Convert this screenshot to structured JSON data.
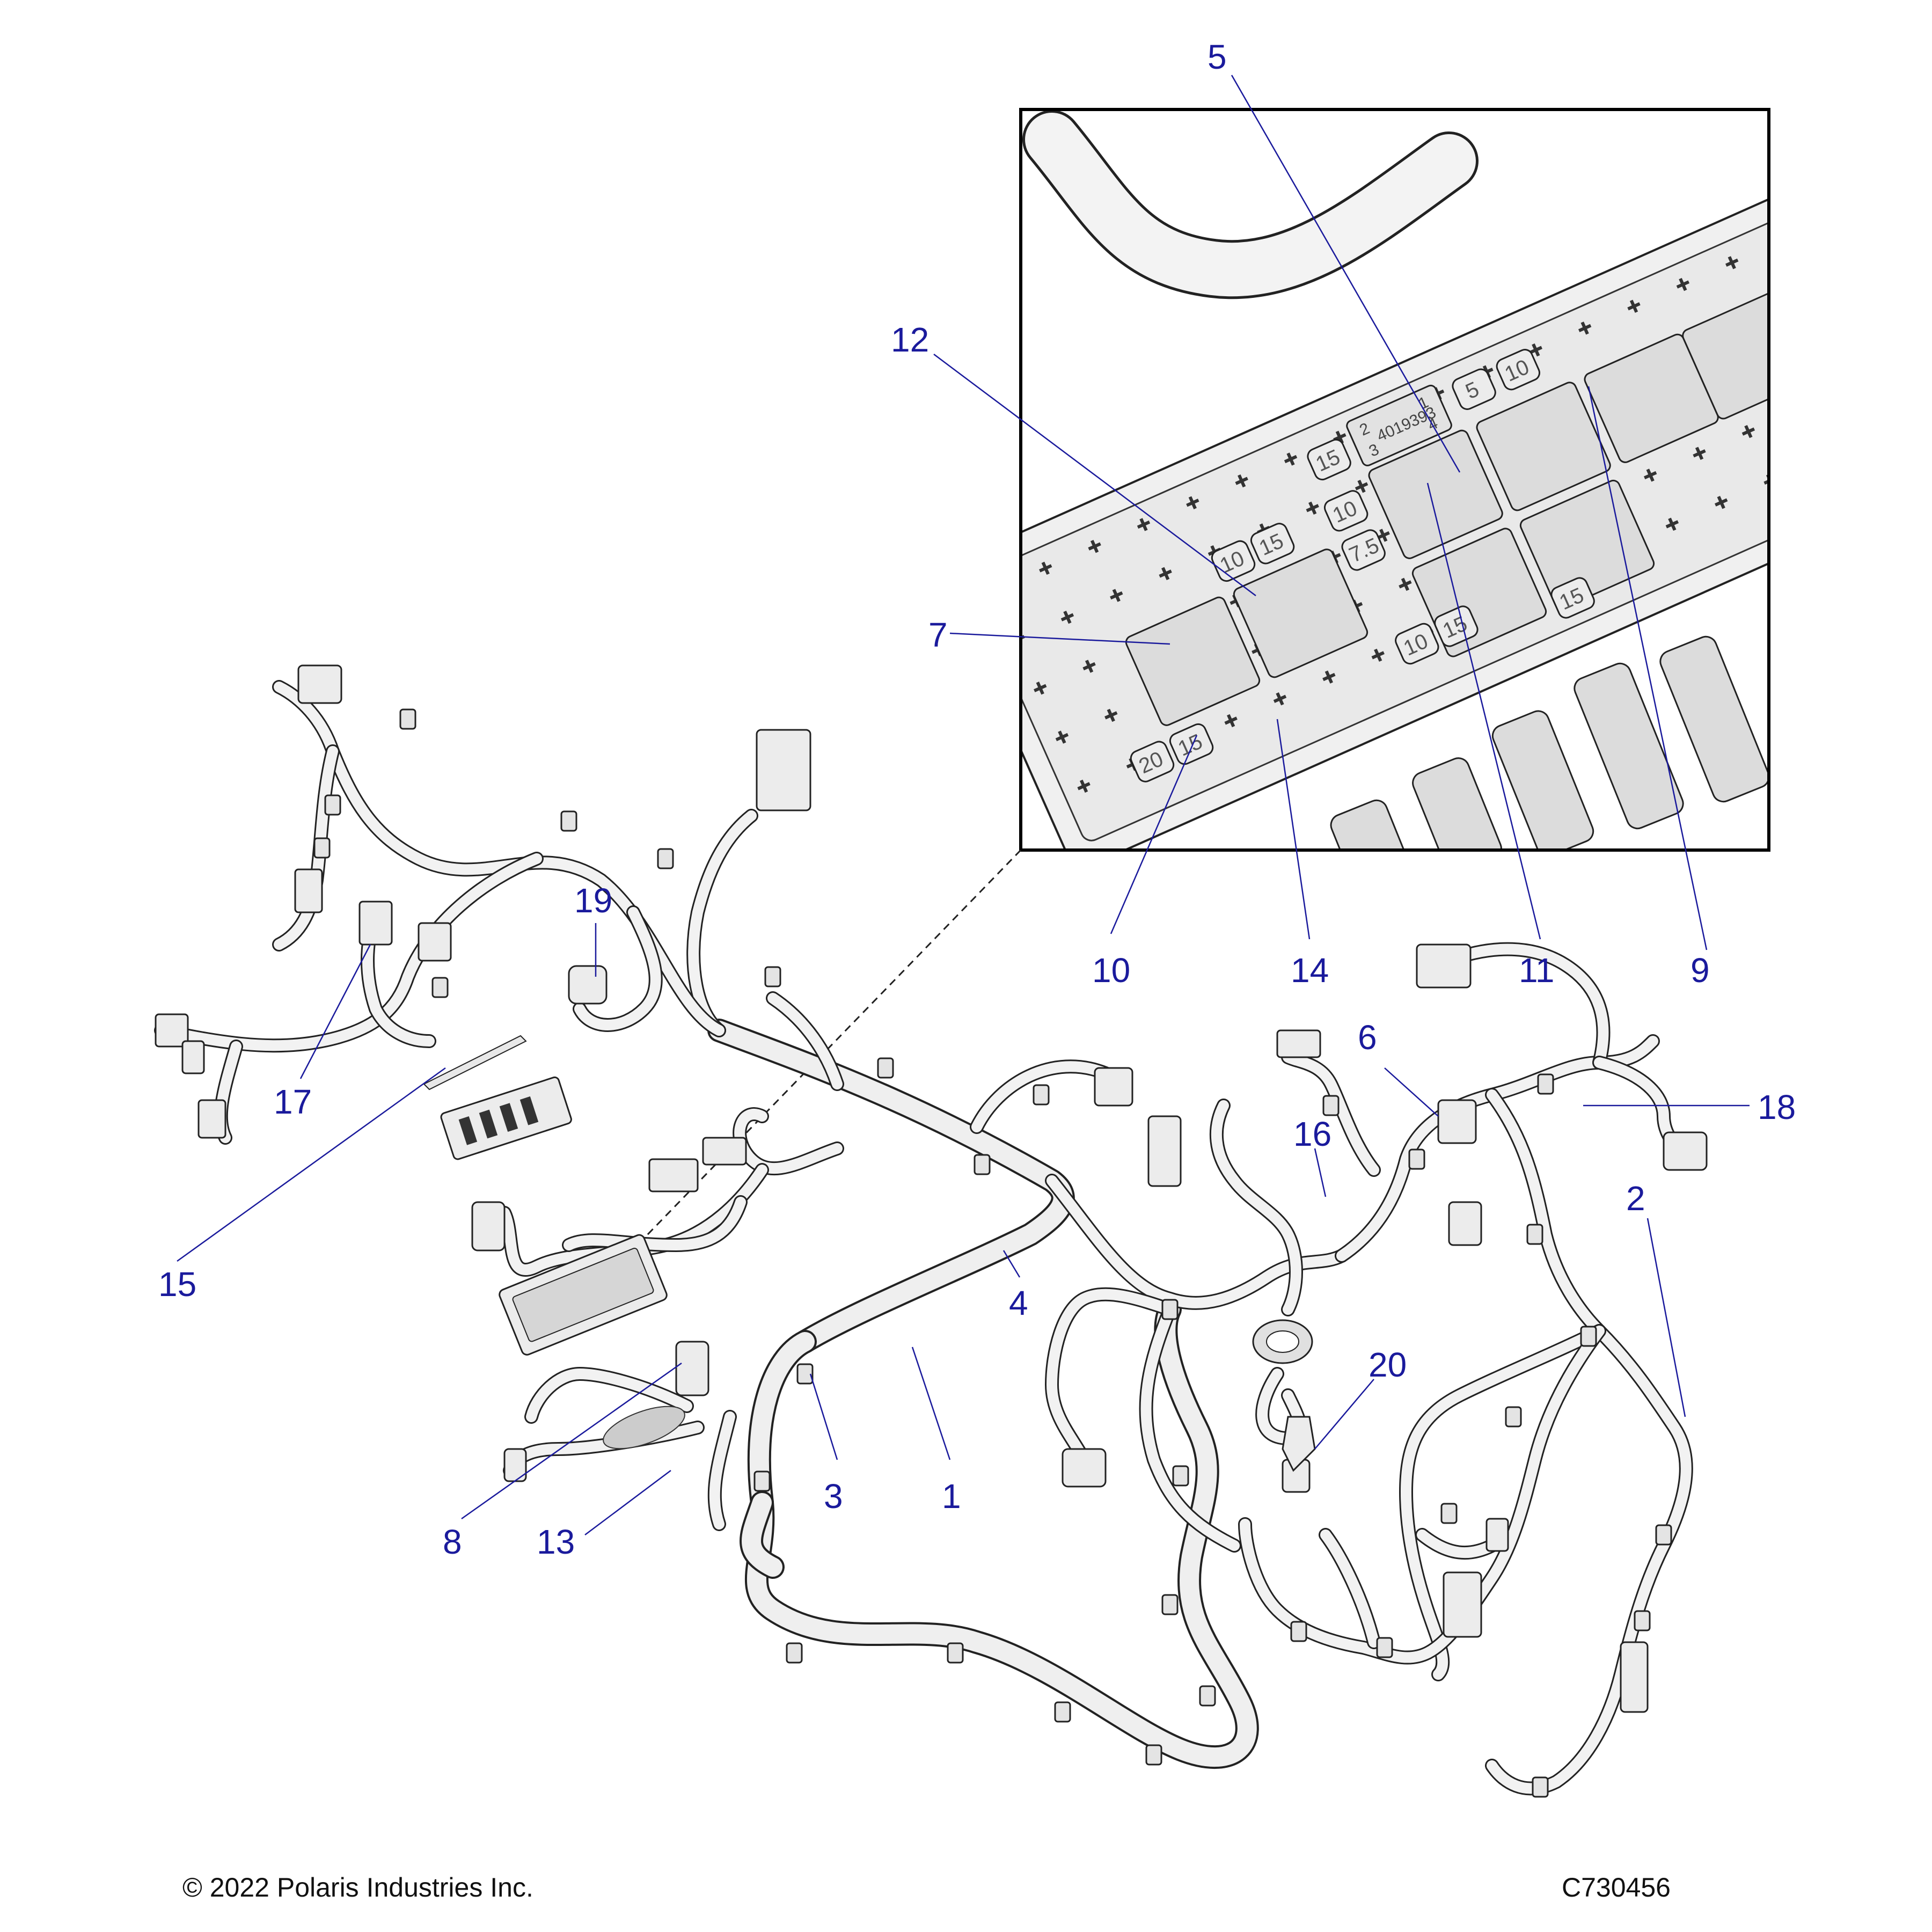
{
  "callouts": [
    "1",
    "2",
    "3",
    "4",
    "5",
    "6",
    "7",
    "8",
    "9",
    "10",
    "11",
    "12",
    "13",
    "14",
    "15",
    "16",
    "17",
    "18",
    "19",
    "20"
  ],
  "detail_inset": {
    "fuse_ratings": [
      "10",
      "15",
      "5",
      "10",
      "7.5",
      "15",
      "10",
      "15",
      "10",
      "15",
      "20",
      "15"
    ],
    "relay_markings": [
      "2",
      "1",
      "3",
      "4",
      "4019393"
    ]
  },
  "footer": {
    "copyright": "© 2022 Polaris Industries Inc.",
    "figure_id": "C730456"
  },
  "colors": {
    "callout": "#1a1a9c",
    "line": "#222222",
    "part_fill": "#ececec"
  }
}
